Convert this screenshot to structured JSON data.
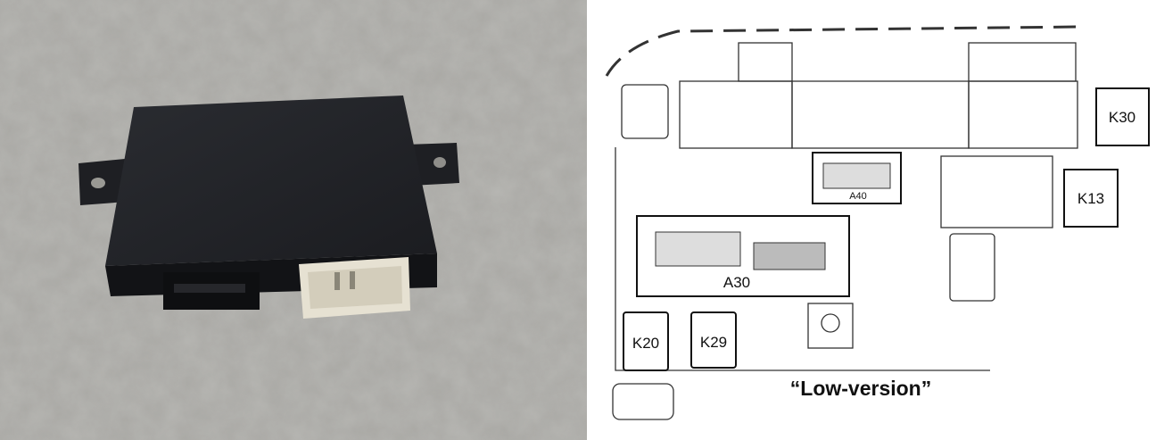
{
  "photo": {
    "subject": "control-module"
  },
  "diagram": {
    "labels": {
      "k30": "K30",
      "k13": "K13",
      "a40": "A40",
      "a30": "A30",
      "k20": "K20",
      "k29": "K29"
    },
    "caption": "“Low-version”"
  }
}
